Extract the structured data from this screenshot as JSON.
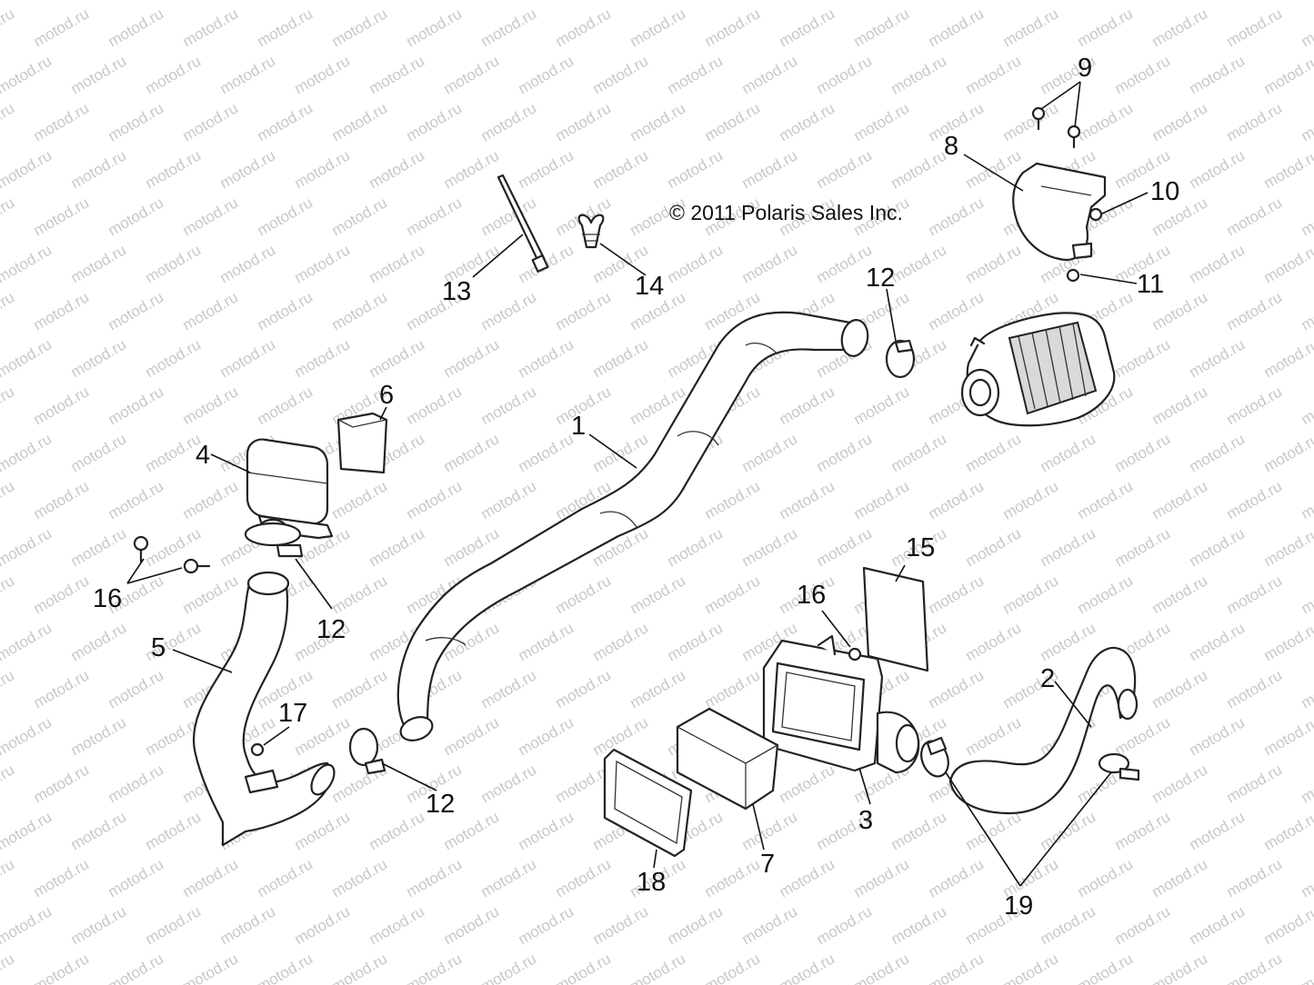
{
  "copyright": "© 2011 Polaris Sales Inc.",
  "watermark": "motod.ru",
  "callouts": {
    "c1": "1",
    "c2": "2",
    "c3": "3",
    "c4": "4",
    "c5": "5",
    "c6": "6",
    "c7": "7",
    "c8": "8",
    "c9": "9",
    "c10": "10",
    "c11": "11",
    "c12a": "12",
    "c12b": "12",
    "c12c": "12",
    "c13": "13",
    "c14": "14",
    "c15": "15",
    "c16a": "16",
    "c16b": "16",
    "c17": "17",
    "c18": "18",
    "c19": "19"
  },
  "colors": {
    "line": "#222222",
    "watermark": "#c8c8c8",
    "background": "#ffffff"
  }
}
